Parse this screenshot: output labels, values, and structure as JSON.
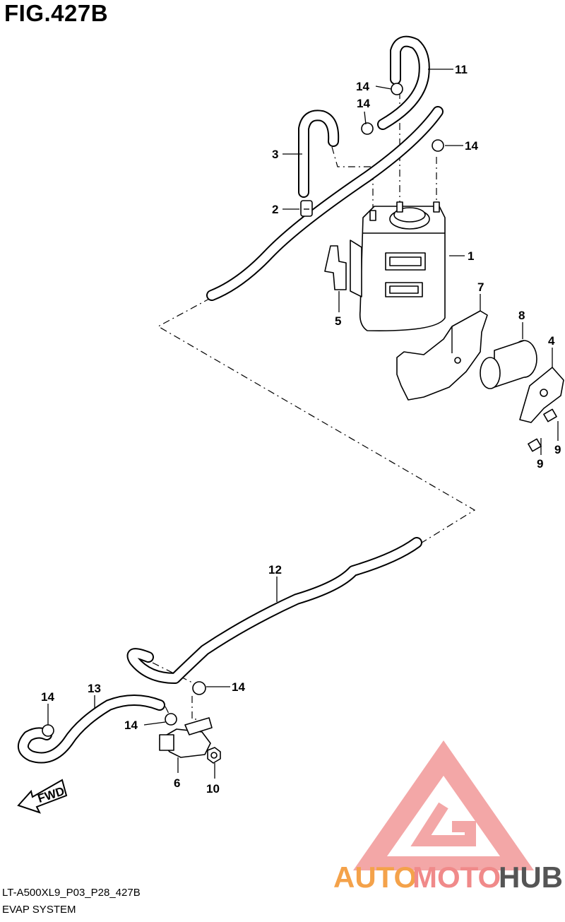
{
  "figure": {
    "title": "FIG.427B",
    "code": "LT-A500XL9_P03_P28_427B",
    "name": "EVAP SYSTEM"
  },
  "callouts": {
    "c1": "1",
    "c2": "2",
    "c3": "3",
    "c4": "4",
    "c5": "5",
    "c6": "6",
    "c7": "7",
    "c8": "8",
    "c9a": "9",
    "c9b": "9",
    "c10": "10",
    "c11": "11",
    "c12": "12",
    "c13": "13",
    "c14a": "14",
    "c14b": "14",
    "c14c": "14",
    "c14d": "14",
    "c14e": "14",
    "c14f": "14"
  },
  "fwd_label": "FWD",
  "watermark": {
    "part1": "AUTO",
    "part2": "MOTO",
    "part3": "HUB",
    "color_primary": "#f4a24a",
    "color_secondary": "#e85a5a",
    "color_tertiary": "#555555"
  }
}
